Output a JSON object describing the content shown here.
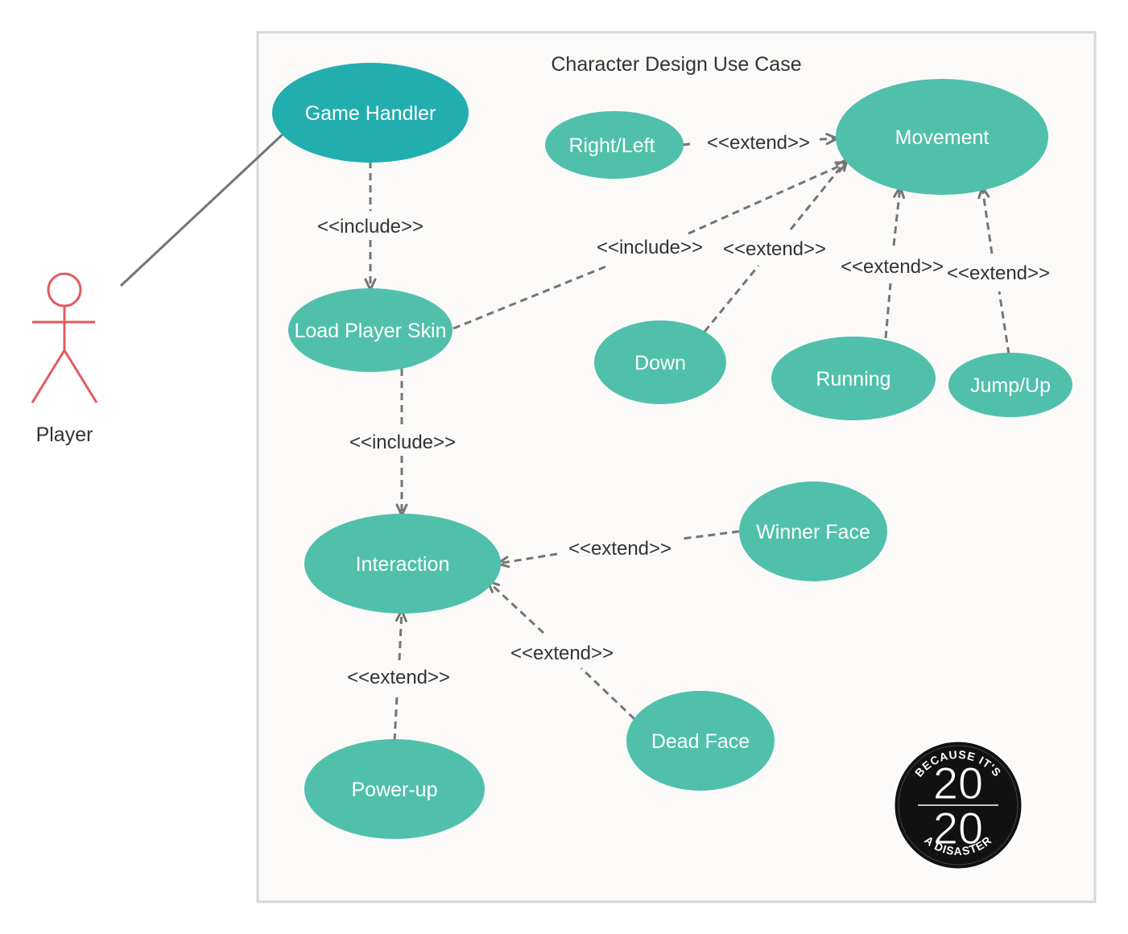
{
  "system": {
    "title": "Character Design Use Case"
  },
  "actor": {
    "name": "Player"
  },
  "use_cases": {
    "game_handler": "Game Handler",
    "load_player_skin": "Load Player Skin",
    "interaction": "Interaction",
    "movement": "Movement",
    "right_left": "Right/Left",
    "down": "Down",
    "running": "Running",
    "jump_up": "Jump/Up",
    "winner_face": "Winner Face",
    "dead_face": "Dead Face",
    "power_up": "Power-up"
  },
  "relations": {
    "include_skin": "<<include>>",
    "include_movement": "<<include>>",
    "include_interaction": "<<include>>",
    "extend_right_left": "<<extend>>",
    "extend_down": "<<extend>>",
    "extend_running": "<<extend>>",
    "extend_jump": "<<extend>>",
    "extend_winner": "<<extend>>",
    "extend_dead": "<<extend>>",
    "extend_power": "<<extend>>"
  },
  "logo": {
    "top_text": "BECAUSE IT'S",
    "year_top": "20",
    "year_bottom": "20",
    "bottom_text": "A DISASTER"
  },
  "colors": {
    "primary": "#22AEAF",
    "use_case": "#50C0AA",
    "actor": "#E25A5E",
    "connector": "#757575",
    "boundary_fill": "#FBFAF9",
    "boundary_stroke": "#D8D8D8",
    "text": "#333333"
  }
}
